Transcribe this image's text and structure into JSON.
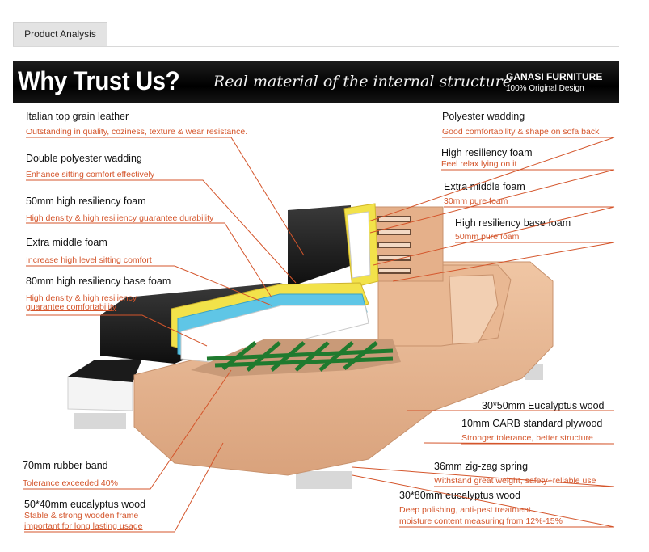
{
  "tab": {
    "label": "Product Analysis"
  },
  "banner": {
    "title": "Why Trust Us?",
    "subtitle": "Real material of the internal structure",
    "brand_name": "GANASI FURNITURE",
    "brand_tagline": "100% Original Design"
  },
  "labels": {
    "leather": {
      "title": "Italian top grain leather",
      "desc": "Outstanding in quality, coziness, texture & wear resistance."
    },
    "double_wadding": {
      "title": "Double polyester wadding",
      "desc": "Enhance sitting comfort effectively"
    },
    "foam_50": {
      "title": "50mm high resiliency foam",
      "desc": "High density & high resiliency guarantee durability"
    },
    "extra_middle_left": {
      "title": "Extra middle foam",
      "desc": "Increase high level sitting comfort"
    },
    "base_foam_80": {
      "title": "80mm high resiliency base foam",
      "desc_line1": "High density & high resiliency",
      "desc_line2": "guarantee comfortability"
    },
    "rubber_band": {
      "title": "70mm rubber band",
      "desc": "Tolerance exceeded 40%"
    },
    "eucalyptus_50_40": {
      "title": "50*40mm eucalyptus wood",
      "desc_line1": "Stable & strong wooden frame",
      "desc_line2": "important for long lasting usage"
    },
    "polyester_wadding": {
      "title": "Polyester wadding",
      "desc": "Good comfortability & shape on sofa back"
    },
    "hr_foam": {
      "title": "High resiliency foam",
      "desc": "Feel relax lying on it"
    },
    "extra_middle_right": {
      "title": "Extra middle foam",
      "desc": "30mm pure foam"
    },
    "hr_base_foam": {
      "title": "High resiliency base foam",
      "desc": "50mm pure foam"
    },
    "eucalyptus_30_50": {
      "title": "30*50mm Eucalyptus wood"
    },
    "plywood": {
      "title": "10mm CARB standard plywood",
      "desc": "Stronger tolerance, better structure"
    },
    "zigzag": {
      "title": "36mm zig-zag spring",
      "desc": "Withstand great weight, safety+reliable use"
    },
    "eucalyptus_30_80": {
      "title": "30*80mm eucalyptus wood",
      "desc_line1": "Deep polishing, anti-pest treatment",
      "desc_line2": "moisture content measuring from 12%-15%"
    }
  },
  "colors": {
    "accent": "#d4552b",
    "leather": "#1a1a1a",
    "wood": "#e7b48f",
    "webbing": "#1f7a2e",
    "foam_yellow": "#f2e24a",
    "foam_blue": "#5fc6e6"
  }
}
